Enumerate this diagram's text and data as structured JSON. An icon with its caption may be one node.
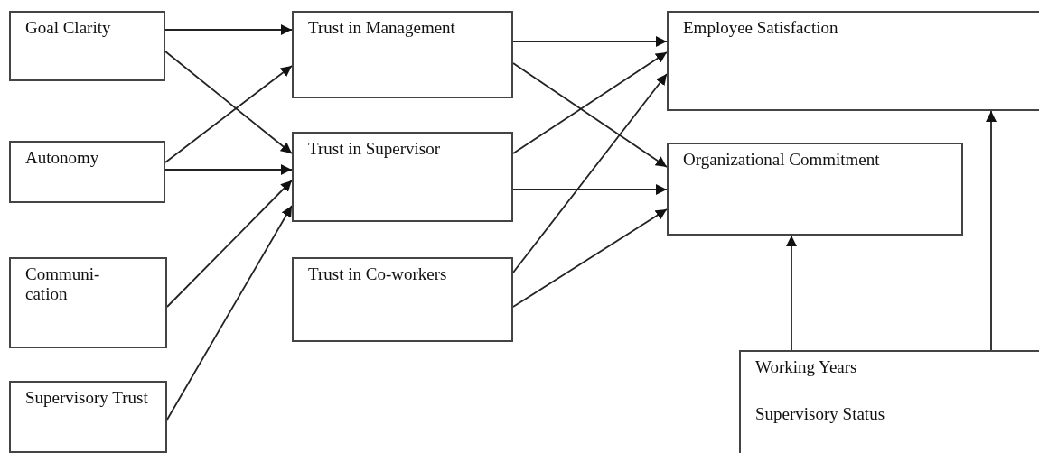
{
  "diagram": {
    "nodes": [
      {
        "text": [
          "Goal Clarity"
        ]
      },
      {
        "text": [
          "Autonomy"
        ]
      },
      {
        "text": [
          "Communi- cation"
        ]
      },
      {
        "text": [
          "Supervisory Trust"
        ]
      },
      {
        "text": [
          "Trust in Management"
        ]
      },
      {
        "text": [
          "Trust in Supervisor"
        ]
      },
      {
        "text": [
          "Trust in Co-workers"
        ]
      },
      {
        "text": [
          "Employee Satisfaction"
        ]
      },
      {
        "text": [
          "Organizational Commitment"
        ]
      },
      {
        "text": [
          "Working Years",
          "Supervisory Status"
        ]
      }
    ],
    "edges": [
      {
        "from": 0,
        "to": 4,
        "arrow": "to"
      },
      {
        "from": 0,
        "to": 5,
        "arrow": "to"
      },
      {
        "from": 1,
        "to": 4,
        "arrow": "to"
      },
      {
        "from": 1,
        "to": 5,
        "arrow": "to"
      },
      {
        "from": 2,
        "to": 5,
        "arrow": "to"
      },
      {
        "from": 3,
        "to": 5,
        "arrow": "to"
      },
      {
        "from": 4,
        "to": 7,
        "arrow": "to"
      },
      {
        "from": 4,
        "to": 8,
        "arrow": "to"
      },
      {
        "from": 5,
        "to": 7,
        "arrow": "to"
      },
      {
        "from": 5,
        "to": 8,
        "arrow": "to"
      },
      {
        "from": 6,
        "to": 7,
        "arrow": "to"
      },
      {
        "from": 6,
        "to": 8,
        "arrow": "to"
      },
      {
        "from": 9,
        "to": 8,
        "arrow": "to"
      },
      {
        "from": 9,
        "to": 7,
        "arrow": "to"
      }
    ]
  }
}
